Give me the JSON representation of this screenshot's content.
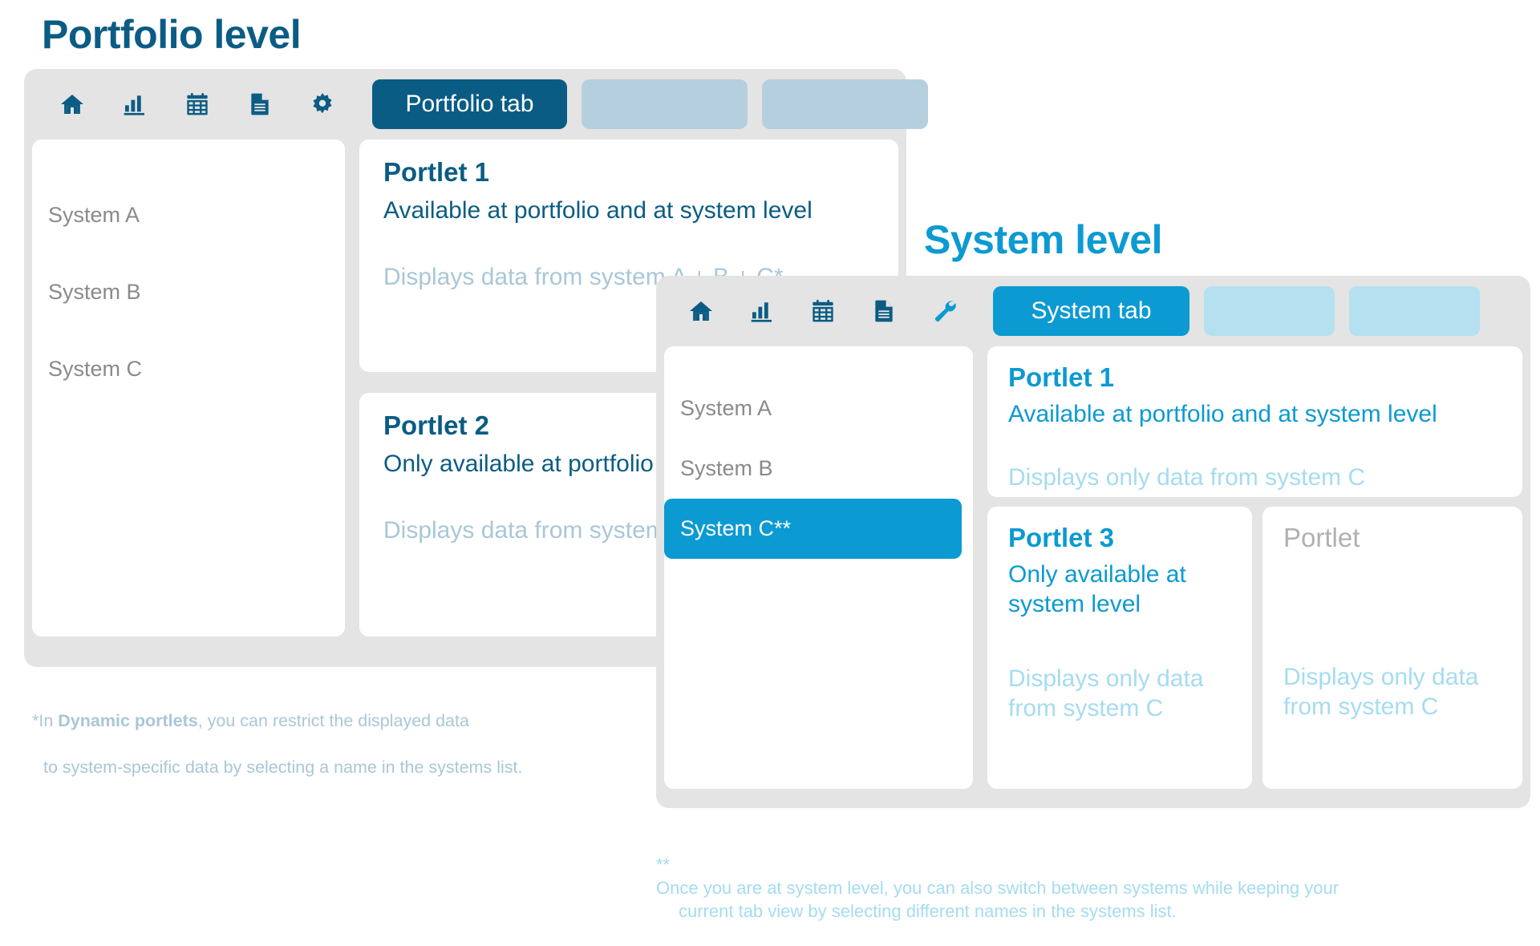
{
  "portfolio": {
    "title": "Portfolio level",
    "accent_color": "#0b5c84",
    "toolbar_icons": [
      {
        "name": "home-icon"
      },
      {
        "name": "bar-chart-icon"
      },
      {
        "name": "calendar-table-icon"
      },
      {
        "name": "document-icon"
      },
      {
        "name": "gear-icon"
      }
    ],
    "tabs": [
      {
        "label": "Portfolio tab",
        "active": true
      },
      {
        "label": "",
        "active": false
      },
      {
        "label": "",
        "active": false
      }
    ],
    "systems": [
      {
        "label": "System A",
        "selected": false
      },
      {
        "label": "System B",
        "selected": false
      },
      {
        "label": "System C",
        "selected": false
      }
    ],
    "portlets": [
      {
        "title": "Portlet 1",
        "subtitle": "Available at portfolio and at system level",
        "note": "Displays data from system A + B + C*"
      },
      {
        "title": "Portlet 2",
        "subtitle": "Only available at portfolio level",
        "note": "Displays data from system A + B + C*"
      }
    ],
    "footnote": {
      "marker": "*",
      "lead": "In ",
      "bold": "Dynamic portlets",
      "rest": ", you can restrict the displayed data",
      "line2": "to system-specific data by selecting a name in the systems list."
    }
  },
  "system": {
    "title": "System level",
    "accent_color": "#0c9ad2",
    "toolbar_icons": [
      {
        "name": "home-icon"
      },
      {
        "name": "bar-chart-icon"
      },
      {
        "name": "calendar-table-icon"
      },
      {
        "name": "document-icon"
      },
      {
        "name": "wrench-icon"
      }
    ],
    "tabs": [
      {
        "label": "System tab",
        "active": true
      },
      {
        "label": "",
        "active": false
      },
      {
        "label": "",
        "active": false
      }
    ],
    "systems": [
      {
        "label": "System A",
        "selected": false
      },
      {
        "label": "System B",
        "selected": false
      },
      {
        "label": "System C**",
        "selected": true
      }
    ],
    "portlets": [
      {
        "title": "Portlet 1",
        "subtitle": "Available at portfolio and at system level",
        "note": "Displays only data from system C"
      },
      {
        "title": "Portlet 3",
        "subtitle": "Only available at system level",
        "note": "Displays only data from system C"
      },
      {
        "title": "Portlet",
        "subtitle": "",
        "note": "Displays only data from system C"
      }
    ],
    "footnote": {
      "marker": "**",
      "line1": "Once you are at system level, you can also switch between systems while keeping your",
      "line2": "current tab view by selecting different names in the systems list."
    }
  }
}
